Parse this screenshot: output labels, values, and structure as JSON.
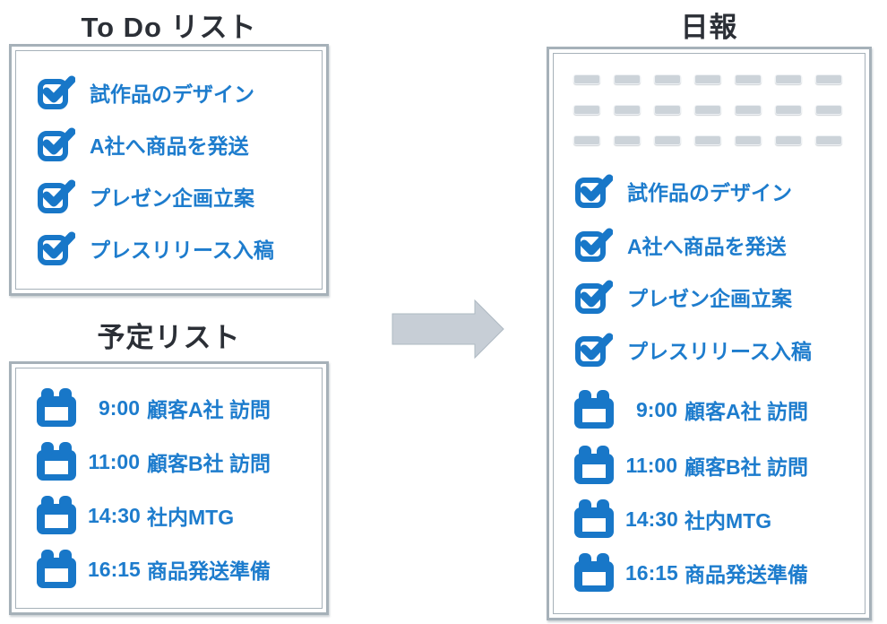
{
  "colors": {
    "accent_blue": "#1877c8",
    "item_text_blue": "#1d7ccd",
    "title_dark": "#2b2f36",
    "frame_gray": "#a6b1b9",
    "arrow_gray": "#c7ced6",
    "dash_gray": "#ccd3d9"
  },
  "todo_list": {
    "title": "To Do リスト",
    "items": [
      "試作品のデザイン",
      "A社へ商品を発送",
      "プレゼン企画立案",
      "プレスリリース入稿"
    ]
  },
  "schedule_list": {
    "title": "予定リスト",
    "items": [
      {
        "time": "9:00",
        "text": "顧客A社 訪問"
      },
      {
        "time": "11:00",
        "text": "顧客B社 訪問"
      },
      {
        "time": "14:30",
        "text": "社内MTG"
      },
      {
        "time": "16:15",
        "text": "商品発送準備"
      }
    ]
  },
  "report": {
    "title": "日報",
    "placeholder_lines": {
      "rows": 3,
      "cols": 7
    },
    "todo_items": [
      "試作品のデザイン",
      "A社へ商品を発送",
      "プレゼン企画立案",
      "プレスリリース入稿"
    ],
    "schedule_items": [
      {
        "time": "9:00",
        "text": "顧客A社 訪問"
      },
      {
        "time": "11:00",
        "text": "顧客B社 訪問"
      },
      {
        "time": "14:30",
        "text": "社内MTG"
      },
      {
        "time": "16:15",
        "text": "商品発送準備"
      }
    ]
  },
  "icons": {
    "todo_icon": "checkbox-checked-icon",
    "schedule_icon": "calendar-icon",
    "flow_icon": "arrow-right-icon"
  }
}
